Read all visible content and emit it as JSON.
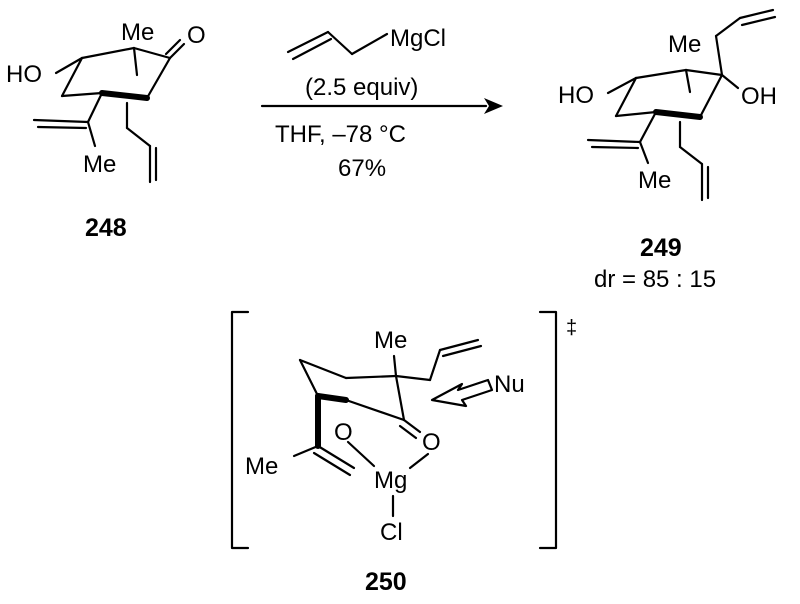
{
  "scheme": {
    "reagent": {
      "nucleophile": "MgCl",
      "equivalents": "(2.5 equiv)",
      "conditions": "THF, –78 °C",
      "yield": "67%"
    },
    "starting_material": {
      "id": "248",
      "labels": {
        "hydroxyl": "HO",
        "methyl_top": "Me",
        "carbonyl_o": "O",
        "methyl_side": "Me"
      }
    },
    "product": {
      "id": "249",
      "dr": "dr = 85 : 15",
      "labels": {
        "hydroxyl_left": "HO",
        "methyl_top": "Me",
        "hydroxyl_right": "OH",
        "methyl_side": "Me"
      }
    },
    "transition_state": {
      "id": "250",
      "dagger": "‡",
      "labels": {
        "methyl_top": "Me",
        "nucleophile": "Nu",
        "o_left": "O",
        "o_right": "O",
        "methyl_left": "Me",
        "metal": "Mg",
        "halide": "Cl"
      }
    }
  }
}
